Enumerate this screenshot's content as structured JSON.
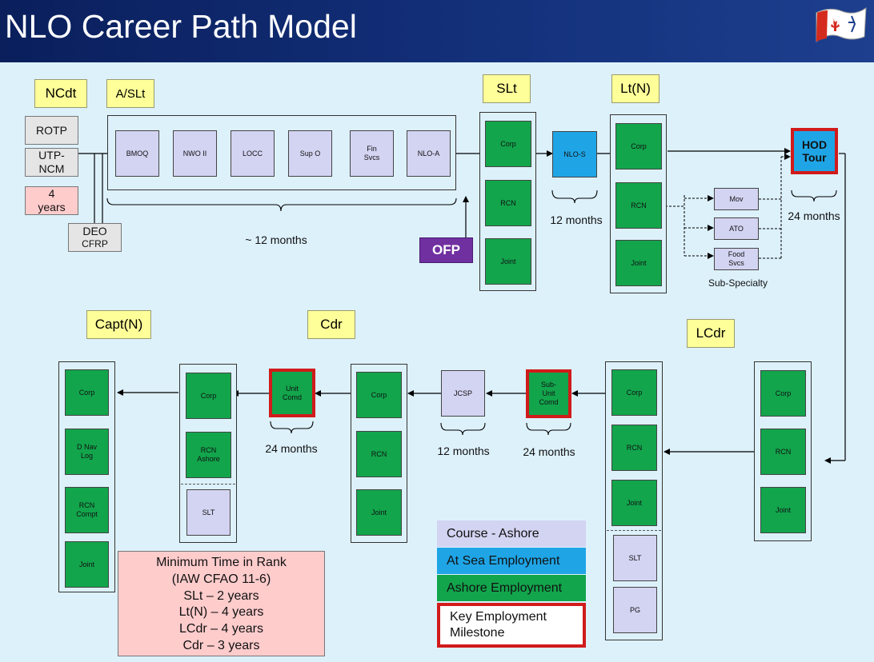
{
  "title": "NLO Career Path Model",
  "ranks": {
    "ncdt": "NCdt",
    "aslt": "A/SLt",
    "slt": "SLt",
    "ltn": "Lt(N)",
    "lcdr": "LCdr",
    "cdr": "Cdr",
    "captn": "Capt(N)"
  },
  "entry": {
    "rotp": "ROTP",
    "utp_ncm": "UTP-\nNCM",
    "four_years": "4\nyears",
    "deo_cfrp_top": "DEO",
    "deo_cfrp_bottom": "CFRP"
  },
  "courses": {
    "bmoq": "BMOQ",
    "nwo2": "NWO II",
    "locc": "LOCC",
    "supo": "Sup O",
    "finsvcs": "Fin\nSvcs",
    "nloa": "NLO-A",
    "nlos": "NLO-S",
    "jcsp": "JCSP",
    "slt": "SLT",
    "pg": "PG"
  },
  "employment": {
    "corp": "Corp",
    "rcn": "RCN",
    "joint": "Joint",
    "rcn_ashore": "RCN\nAshore",
    "dnavlog": "D Nav\nLog",
    "rcn_compt": "RCN\nCompt"
  },
  "milestones": {
    "hod_tour": "HOD\nTour",
    "sub_unit_comd": "Sub-\nUnit\nComd",
    "unit_comd": "Unit\nComd"
  },
  "subspecialty": {
    "mov": "Mov",
    "ato": "ATO",
    "food": "Food\nSvcs",
    "label": "Sub-Specialty"
  },
  "ofp": "OFP",
  "durations": {
    "twelve_approx": "~ 12 months",
    "twelve_nlos": "12 months",
    "twentyfour_hod": "24 months",
    "twelve_jcsp": "12 months",
    "twentyfour_subunit": "24 months",
    "twentyfour_unit": "24 months"
  },
  "legend": {
    "course": "Course - Ashore",
    "sea": "At Sea Employment",
    "ashore": "Ashore Employment",
    "key_line1": "Key Employment",
    "key_line2": "Milestone"
  },
  "min_time": {
    "line1": "Minimum Time in Rank",
    "line2": "(IAW CFAO 11-6)",
    "line3": "SLt – 2 years",
    "line4": "Lt(N) – 4 years",
    "line5": "LCdr – 4 years",
    "line6": "Cdr – 3 years"
  },
  "colors": {
    "course": "#d3d3f2",
    "sea": "#1fa5e6",
    "ashore": "#12a54c",
    "milestone_border": "#d11b1b",
    "rank_label": "#ffff99",
    "ofp": "#7030a0",
    "background": "#ddf1fb",
    "header": "#0a1f5c"
  }
}
